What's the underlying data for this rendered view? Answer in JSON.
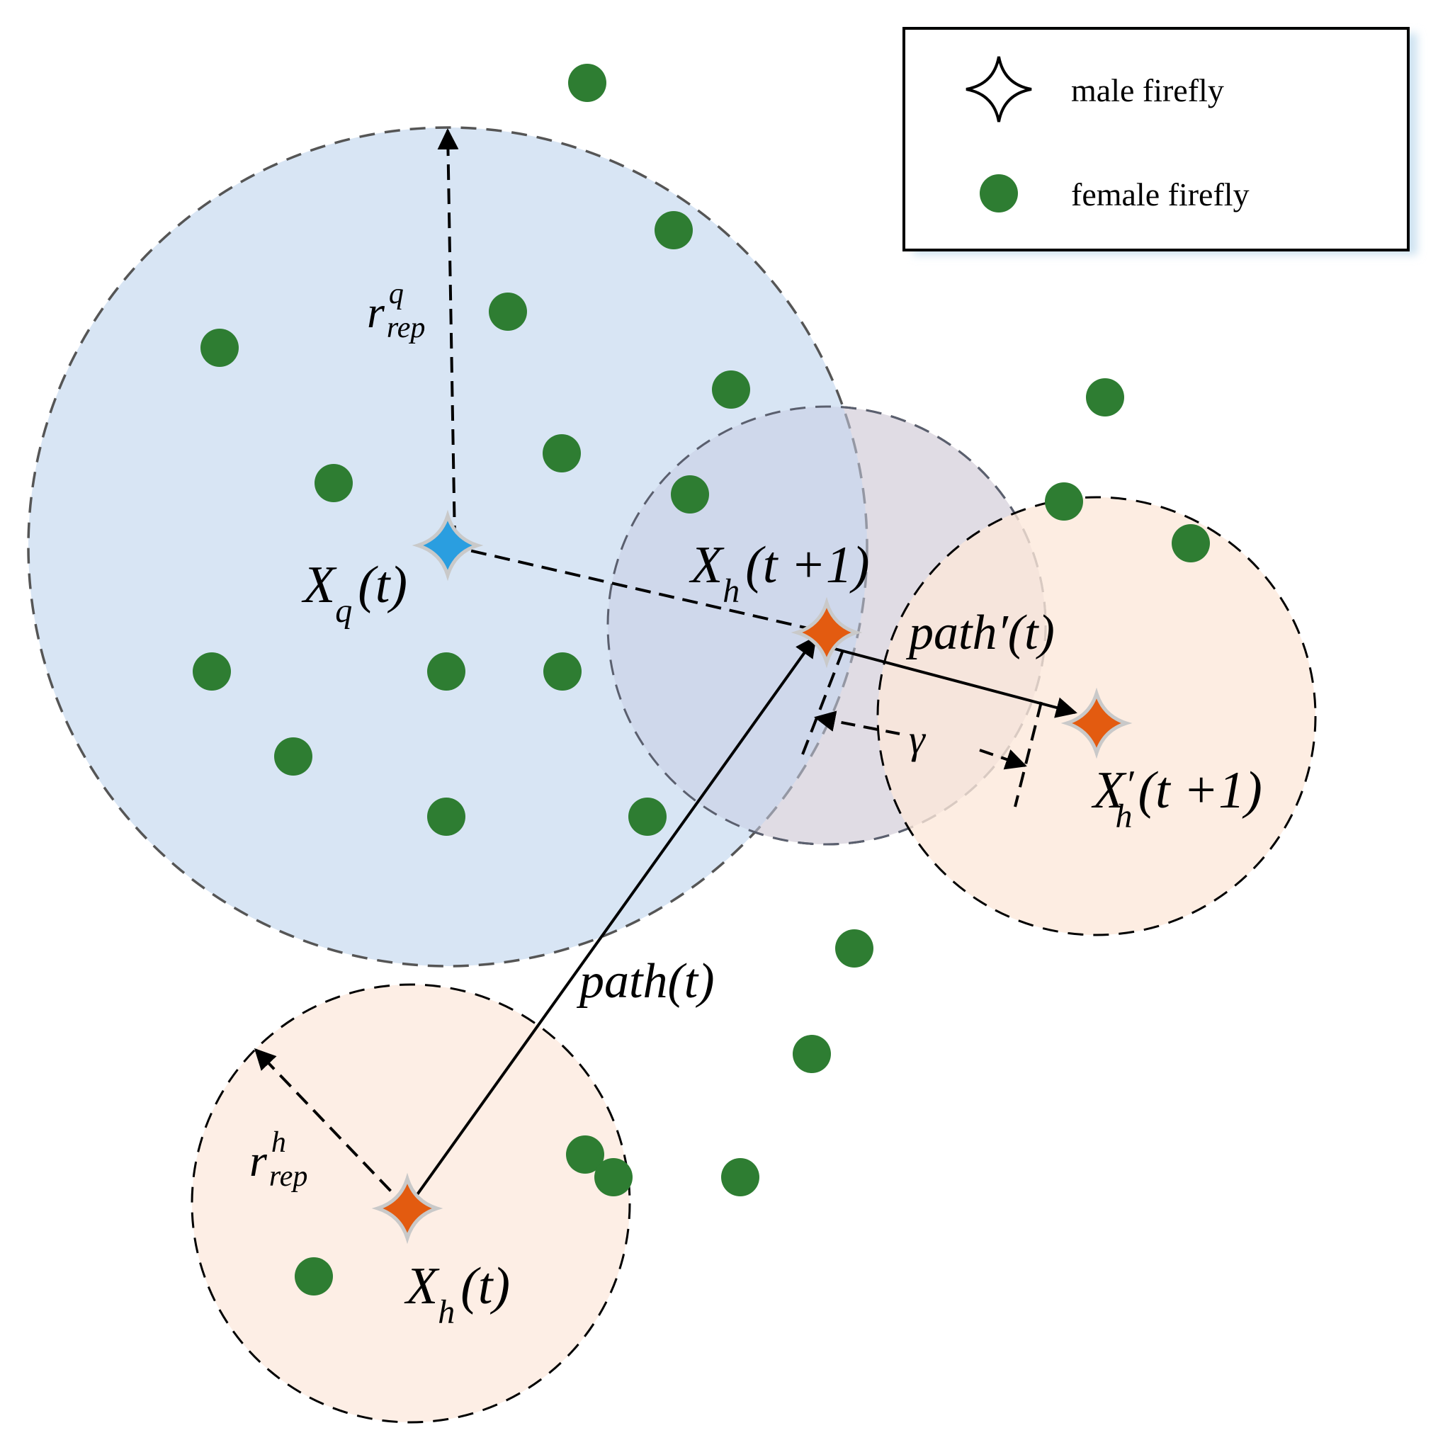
{
  "legend": {
    "male_label": "male firefly",
    "female_label": "female firefly"
  },
  "labels": {
    "xq_t": {
      "main": "X",
      "sub": "q",
      "tail": "(t)"
    },
    "xh_t1": {
      "main": "X",
      "sub": "h",
      "tail": "(t +1)"
    },
    "xh_t": {
      "main": "X",
      "sub": "h",
      "tail": "(t)"
    },
    "xh_prime_t1": {
      "main": "X",
      "prime": "′",
      "sub": "h",
      "tail": "(t +1)"
    },
    "path_t": "path(t)",
    "path_prime_t": "path′(t)",
    "gamma": "γ",
    "r_rep_q": {
      "main": "r",
      "sup": "q",
      "sub": "rep"
    },
    "r_rep_h": {
      "main": "r",
      "sup": "h",
      "sub": "rep"
    }
  },
  "colors": {
    "female": "#2e7d32",
    "male_orange": "#e35b10",
    "male_blue": "#2a9ee0",
    "region_blue": "#d6e4f4",
    "region_orange": "#fdeee5"
  },
  "icons": {
    "male": "four-point-star-icon",
    "female": "filled-circle-icon"
  }
}
